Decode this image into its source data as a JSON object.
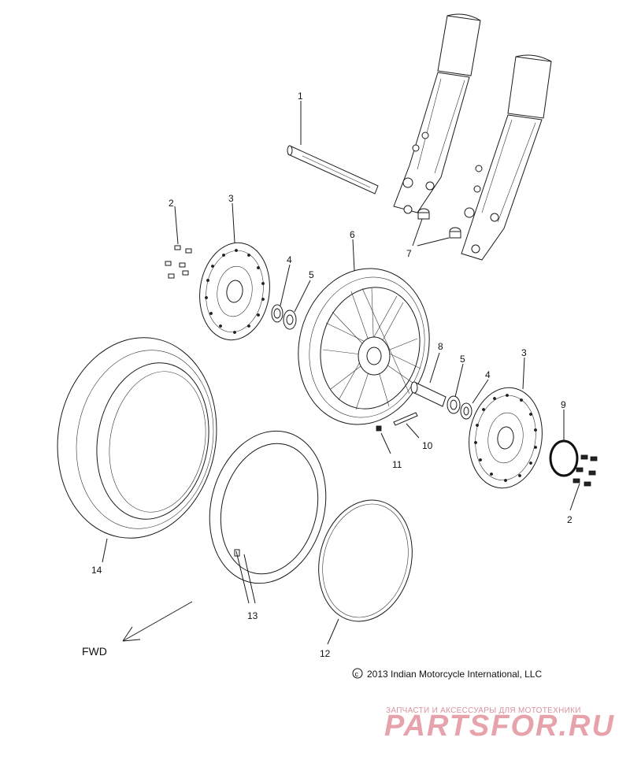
{
  "callouts": {
    "c1": "1",
    "c2_left": "2",
    "c2_right": "2",
    "c3_left": "3",
    "c3_right": "3",
    "c4_left": "4",
    "c4_right": "4",
    "c5_left": "5",
    "c5_right": "5",
    "c6": "6",
    "c7": "7",
    "c8": "8",
    "c9": "9",
    "c10": "10",
    "c11": "11",
    "c12": "12",
    "c13": "13",
    "c14": "14"
  },
  "direction_label": "FWD",
  "copyright": "2013 Indian Motorcycle International, LLC",
  "watermark": {
    "tagline": "ЗАПЧАСТИ И АКСЕССУАРЫ ДЛЯ МОТОТЕХНИКИ",
    "brand": "PARTSFOR.RU"
  }
}
